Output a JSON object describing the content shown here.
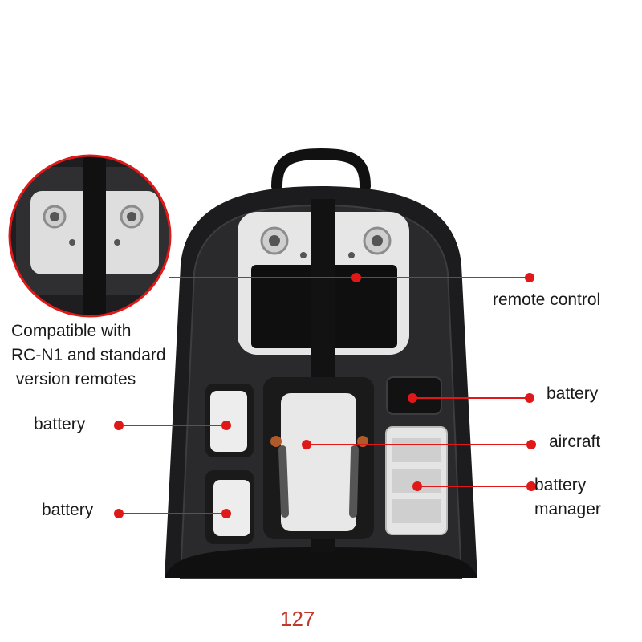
{
  "labels": {
    "remote_control": "remote control",
    "battery_right": "battery",
    "aircraft": "aircraft",
    "battery_manager_line1": "battery",
    "battery_manager_line2": "manager",
    "battery_left_top": "battery",
    "battery_left_bottom": "battery"
  },
  "compatibility": {
    "line1": "Compatible with",
    "line2": "RC-N1 and standard",
    "line3": " version remotes"
  },
  "page_number": "127",
  "colors": {
    "callout_red": "#e01818",
    "case_shell": "#1c1c1e",
    "foam": "#2a2a2c",
    "device_light": "#e9e9e9"
  }
}
